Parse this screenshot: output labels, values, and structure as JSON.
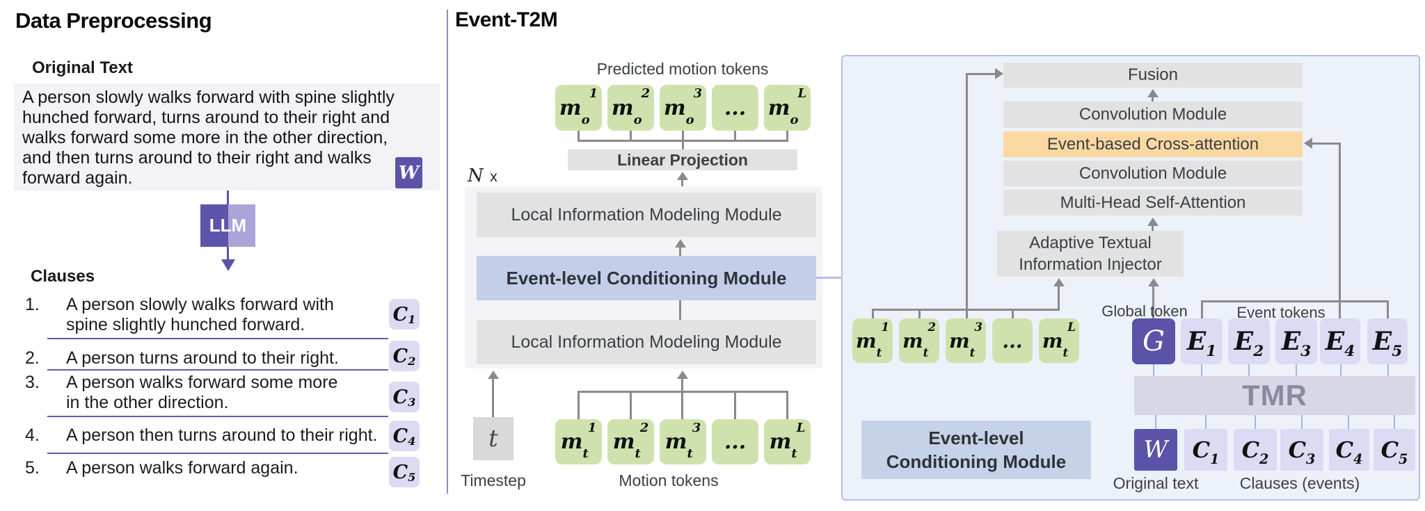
{
  "left": {
    "title": "Data Preprocessing",
    "original_text_label": "Original Text",
    "paragraph_lines": [
      "A person slowly walks forward with spine slightly",
      "hunched forward, turns around to their right and",
      "walks forward some more in the other direction,",
      "and then turns around to their right and walks",
      "forward again."
    ],
    "w_badge": "W",
    "llm_label": "LLM",
    "clauses_label": "Clauses",
    "clauses": [
      {
        "num": "1.",
        "line1": "A person slowly walks forward with",
        "line2": "spine slightly hunched forward.",
        "badge_base": "C",
        "badge_sub": "1"
      },
      {
        "num": "2.",
        "line1": "A person turns around to their right.",
        "badge_base": "C",
        "badge_sub": "2"
      },
      {
        "num": "3.",
        "line1": "A person walks forward some more",
        "line2": "in the other direction.",
        "badge_base": "C",
        "badge_sub": "3"
      },
      {
        "num": "4.",
        "line1": "A person then turns around to their right.",
        "badge_base": "C",
        "badge_sub": "4"
      },
      {
        "num": "5.",
        "line1": "A person walks forward again.",
        "badge_base": "C",
        "badge_sub": "5"
      }
    ]
  },
  "center": {
    "title": "Event-T2M",
    "predicted_label": "Predicted motion tokens",
    "n_label_n": "N",
    "n_label_x": "x",
    "output_tokens": [
      {
        "b": "m",
        "sub": "o",
        "sup": "1"
      },
      {
        "b": "m",
        "sub": "o",
        "sup": "2"
      },
      {
        "b": "m",
        "sub": "o",
        "sup": "3"
      },
      {
        "dots": "..."
      },
      {
        "b": "m",
        "sub": "o",
        "sup": "L"
      }
    ],
    "linear_projection": "Linear Projection",
    "module_top": "Local Information Modeling Module",
    "module_mid": "Event-level Conditioning Module",
    "module_bottom": "Local Information Modeling Module",
    "timestep_token": "t",
    "timestep_label": "Timestep",
    "motion_tokens": [
      {
        "b": "m",
        "sub": "t",
        "sup": "1"
      },
      {
        "b": "m",
        "sub": "t",
        "sup": "2"
      },
      {
        "b": "m",
        "sub": "t",
        "sup": "3"
      },
      {
        "dots": "..."
      },
      {
        "b": "m",
        "sub": "t",
        "sup": "L"
      }
    ],
    "motion_label": "Motion tokens"
  },
  "right": {
    "fusion": "Fusion",
    "conv_top": "Convolution Module",
    "cross_attention": "Event-based Cross-attention",
    "conv_bottom": "Convolution Module",
    "mhsa": "Multi-Head Self-Attention",
    "injector_line1": "Adaptive Textual",
    "injector_line2": "Information Injector",
    "mt_tokens": [
      {
        "b": "m",
        "sub": "t",
        "sup": "1"
      },
      {
        "b": "m",
        "sub": "t",
        "sup": "2"
      },
      {
        "b": "m",
        "sub": "t",
        "sup": "3"
      },
      {
        "dots": "..."
      },
      {
        "b": "m",
        "sub": "t",
        "sup": "L"
      }
    ],
    "global_token_label": "Global token",
    "event_tokens_label": "Event tokens",
    "g_token": "G",
    "e_tokens": [
      {
        "b": "E",
        "sub": "1"
      },
      {
        "b": "E",
        "sub": "2"
      },
      {
        "b": "E",
        "sub": "3"
      },
      {
        "b": "E",
        "sub": "4"
      },
      {
        "b": "E",
        "sub": "5"
      }
    ],
    "tmr": "TMR",
    "w_token": "W",
    "c_tokens": [
      {
        "b": "C",
        "sub": "1"
      },
      {
        "b": "C",
        "sub": "2"
      },
      {
        "b": "C",
        "sub": "3"
      },
      {
        "b": "C",
        "sub": "4"
      },
      {
        "b": "C",
        "sub": "5"
      }
    ],
    "original_text_label": "Original text",
    "clauses_label": "Clauses (events)",
    "caption_line1": "Event-level",
    "caption_line2": "Conditioning Module"
  },
  "colors": {
    "purple": "#5b53a8",
    "purple_light": "#aaa4d8",
    "lavender": "#dcdbf3",
    "green": "#cfe2ad",
    "gray_box": "#e2e2e2",
    "blue_module": "#c3cfe9",
    "blue_caption": "#c6d2e8",
    "orange": "#fbd7a1",
    "panel_bg": "#edf1fa",
    "panel_border": "#b3c0e4",
    "tmr_bg": "#d7d7e6",
    "arrow_gray": "#8a8a8a"
  }
}
